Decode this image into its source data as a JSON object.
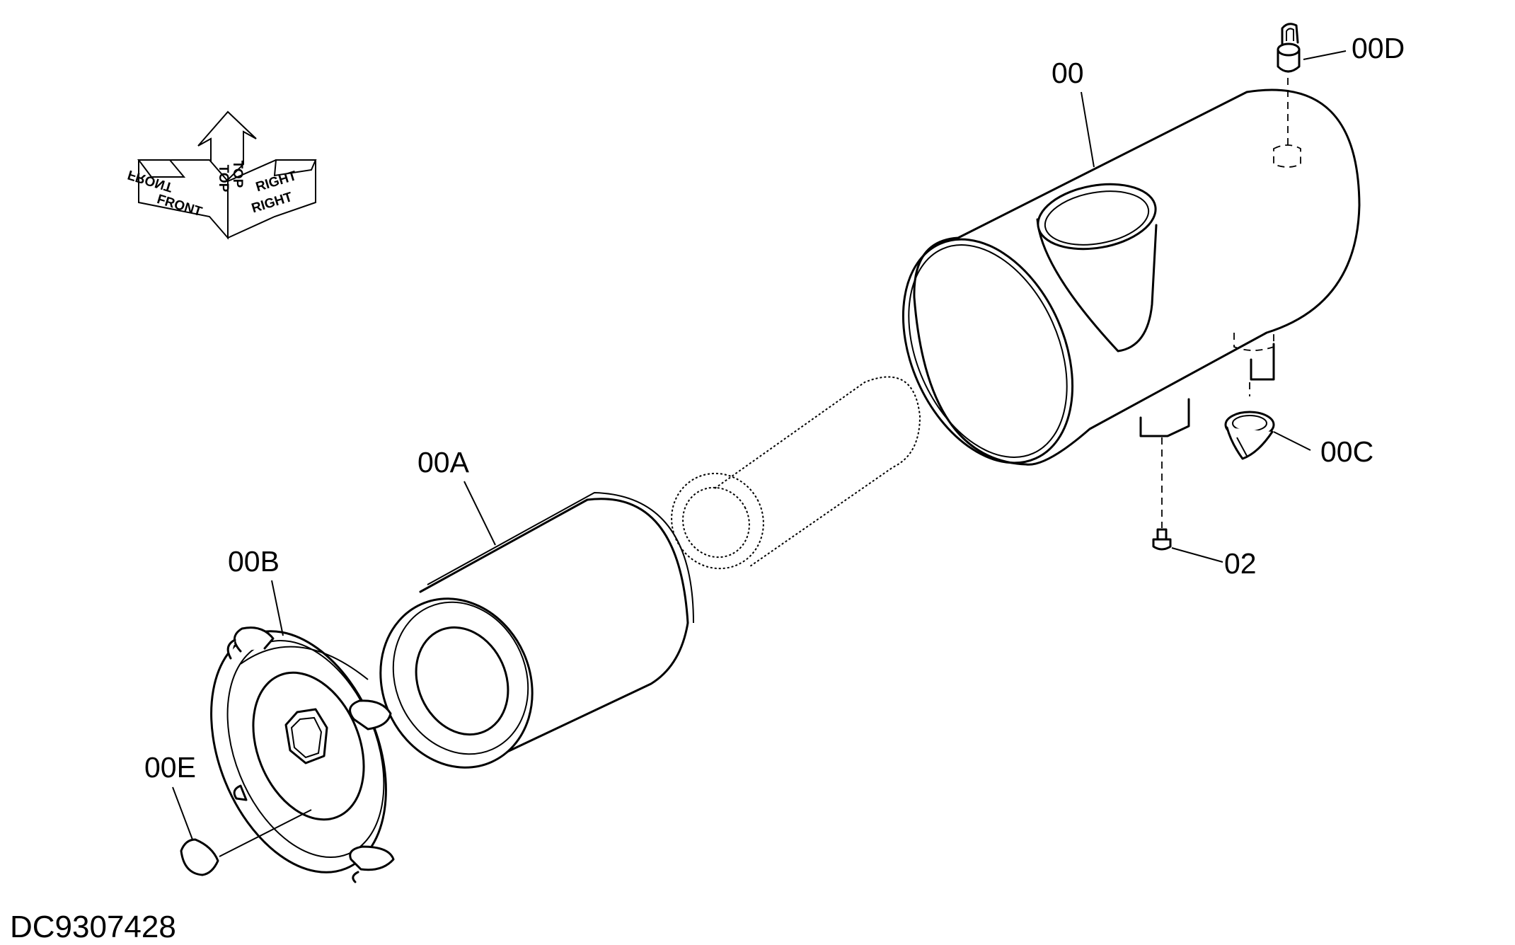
{
  "orientation_indicator": {
    "front": "FRONT",
    "top": "TOP",
    "right": "RIGHT"
  },
  "part_labels": {
    "housing": "00",
    "outer_element": "00A",
    "cover": "00B",
    "evacuator_valve": "00C",
    "restriction_indicator": "00D",
    "cap": "00E",
    "bolt": "02"
  },
  "drawing_number": "DC9307428",
  "colors": {
    "line": "#000000",
    "background": "#ffffff"
  }
}
